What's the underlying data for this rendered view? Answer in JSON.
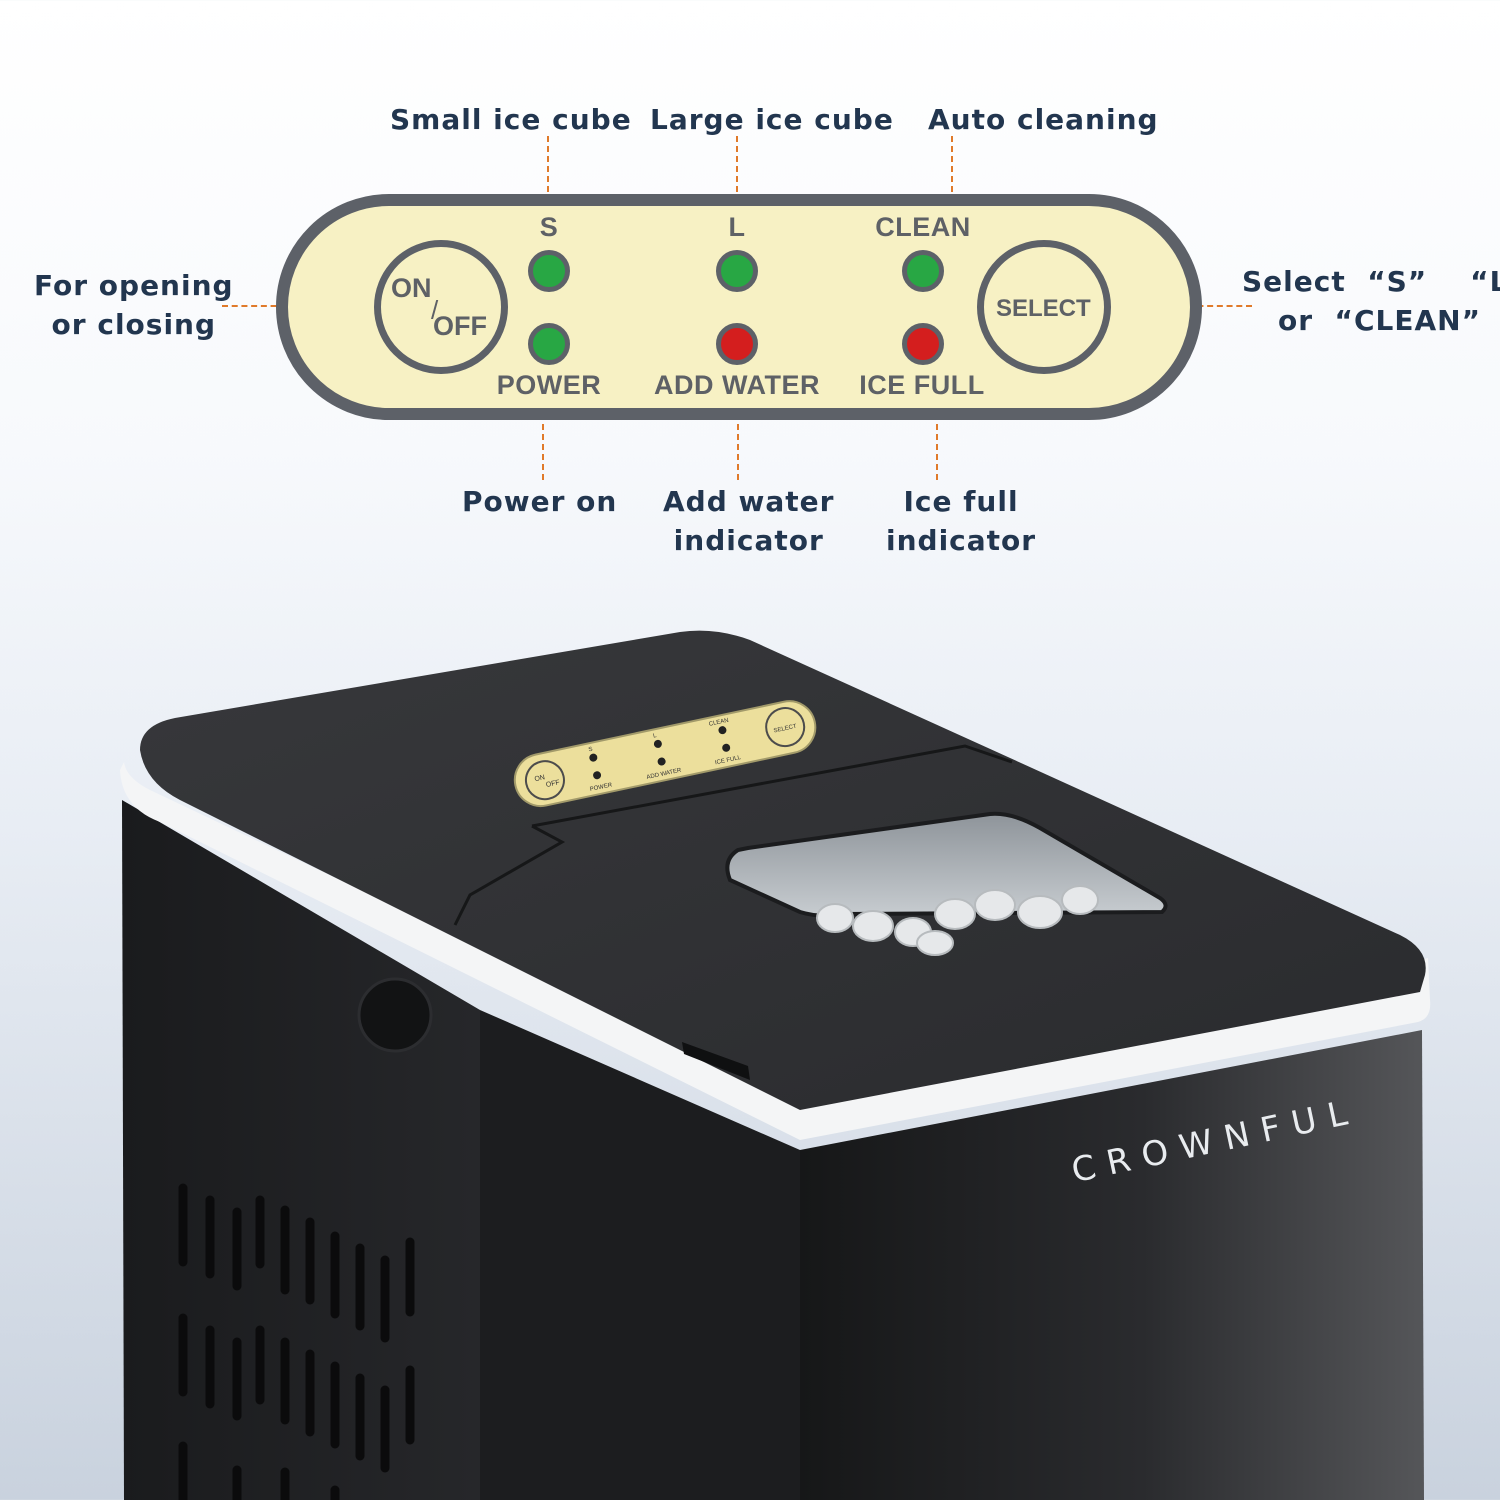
{
  "callouts": {
    "small_ice_cube": "Small ice cube",
    "large_ice_cube": "Large ice cube",
    "auto_cleaning": "Auto cleaning",
    "for_opening": [
      "For opening",
      "or closing"
    ],
    "select_modes": [
      "Select  “S”    “L”",
      "or  “CLEAN”"
    ],
    "power_on": "Power on",
    "add_water_indicator": [
      "Add water",
      "indicator"
    ],
    "ice_full_indicator": [
      "Ice full",
      "indicator"
    ]
  },
  "panel": {
    "on_label": "ON",
    "slash": "/",
    "off_label": "OFF",
    "select_label": "SELECT",
    "top_labels": {
      "s": "S",
      "l": "L",
      "clean": "CLEAN"
    },
    "bottom_labels": {
      "power": "POWER",
      "add_water": "ADD WATER",
      "ice_full": "ICE FULL"
    },
    "leds": {
      "s": "green",
      "l": "green",
      "clean": "green",
      "power": "green",
      "add_water": "red",
      "ice_full": "red"
    }
  },
  "product": {
    "brand": "CROWNFUL",
    "mini_panel": {
      "on": "ON",
      "off": "OFF",
      "select": "SELECT",
      "s": "S",
      "l": "L",
      "clean": "CLEAN",
      "power": "POWER",
      "add_water": "ADD WATER",
      "ice_full": "ICE FULL"
    }
  },
  "colors": {
    "callout_text": "#22364f",
    "leader_line": "#e07a2a",
    "panel_fill": "#f7f1c4",
    "panel_border": "#5d6168",
    "led_green": "#28a744",
    "led_red": "#d41e1e",
    "machine_body": "#1f2022"
  }
}
